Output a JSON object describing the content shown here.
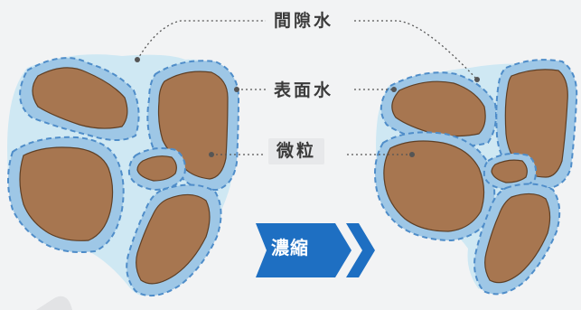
{
  "labels": {
    "interstitial_water": "間隙水",
    "surface_water": "表面水",
    "particle": "微粒"
  },
  "badge": {
    "text": "濃縮"
  },
  "colors": {
    "background": "#f2f3f4",
    "interstitial_water": "#cfe8f3",
    "surface_water_layer": "#9ec7e6",
    "surface_water_dash": "#4f8dc9",
    "particle": "#a77650",
    "particle_edge": "#5e3f25",
    "badge": "#1e6fc2"
  },
  "icons": [
    "chevron-right-icon"
  ]
}
